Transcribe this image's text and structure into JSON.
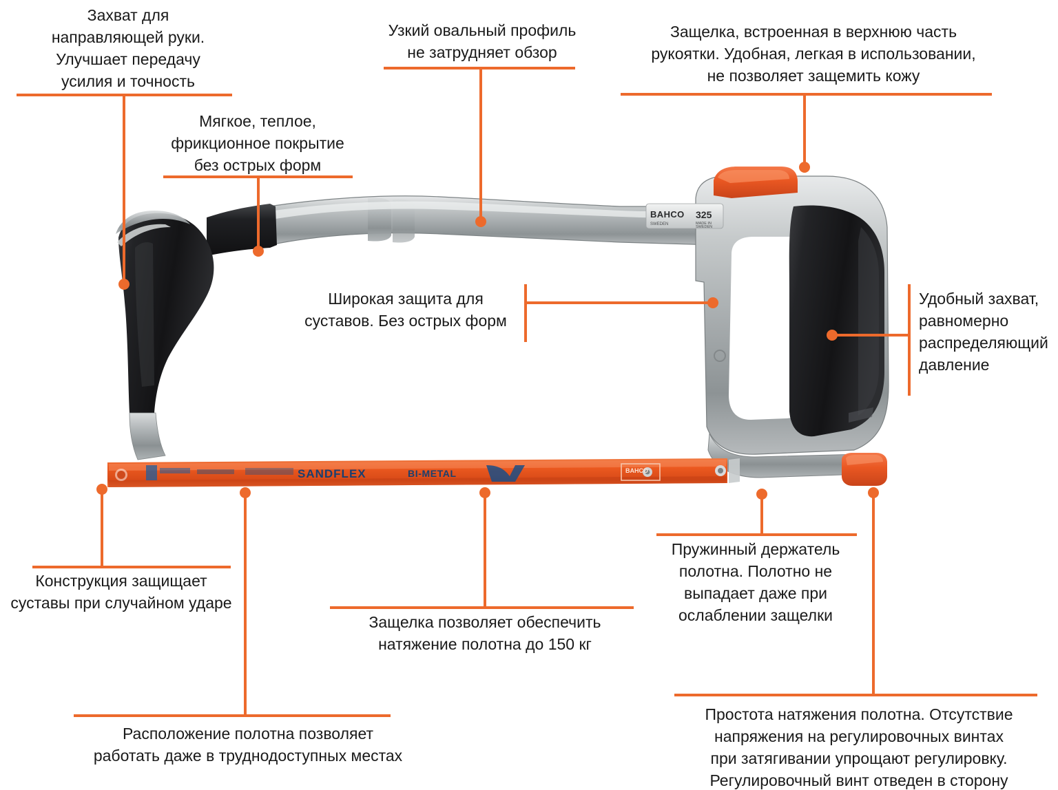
{
  "colors": {
    "accent": "#ED6A2C",
    "text": "#1a1a1a",
    "background": "#ffffff",
    "metal_light": "#c9cccd",
    "metal_mid": "#9aa0a2",
    "metal_dark": "#6f7577",
    "rubber_black": "#1e1e20",
    "blade_orange": "#ee5a24"
  },
  "product": {
    "brand": "BAHCO",
    "model": "325",
    "blade_text_primary": "SANDFLEX",
    "blade_text_secondary": "BI-METAL"
  },
  "callouts": [
    {
      "id": "guide-hand-grip",
      "name": "callout-guide-hand-grip",
      "text": "Захват для\nнаправляющей руки.\nУлучшает передачу\nусилия и точность"
    },
    {
      "id": "soft-coating",
      "name": "callout-soft-coating",
      "text": "Мягкое, теплое,\nфрикционное покрытие\nбез острых форм"
    },
    {
      "id": "oval-profile",
      "name": "callout-oval-profile",
      "text": "Узкий овальный профиль\nне затрудняет обзор"
    },
    {
      "id": "top-latch",
      "name": "callout-top-latch",
      "text": "Защелка, встроенная в верхнюю часть\nрукоятки. Удобная, легкая в использовании,\nне позволяет защемить кожу"
    },
    {
      "id": "knuckle-guard",
      "name": "callout-knuckle-guard",
      "text": "Широкая защита для\nсуставов. Без острых форм"
    },
    {
      "id": "comfort-grip",
      "name": "callout-comfort-grip",
      "text": "Удобный захват,\nравномерно\nраспределяющий\nдавление"
    },
    {
      "id": "impact-protection",
      "name": "callout-impact-protection",
      "text": "Конструкция защищает\nсуставы при случайном ударе"
    },
    {
      "id": "blade-tension",
      "name": "callout-blade-tension",
      "text": "Защелка позволяет обеспечить\nнатяжение полотна до 150 кг"
    },
    {
      "id": "spring-holder",
      "name": "callout-spring-holder",
      "text": "Пружинный держатель\nполотна. Полотно не\nвыпадает даже при\nослаблении защелки"
    },
    {
      "id": "blade-position",
      "name": "callout-blade-position",
      "text": "Расположение полотна позволяет\nработать даже в труднодоступных местах"
    },
    {
      "id": "easy-tensioning",
      "name": "callout-easy-tensioning",
      "text": "Простота натяжения полотна. Отсутствие\nнапряжения на регулировочных винтах\nпри затягивании упрощают регулировку.\nРегулировочный винт отведен в сторону"
    }
  ]
}
